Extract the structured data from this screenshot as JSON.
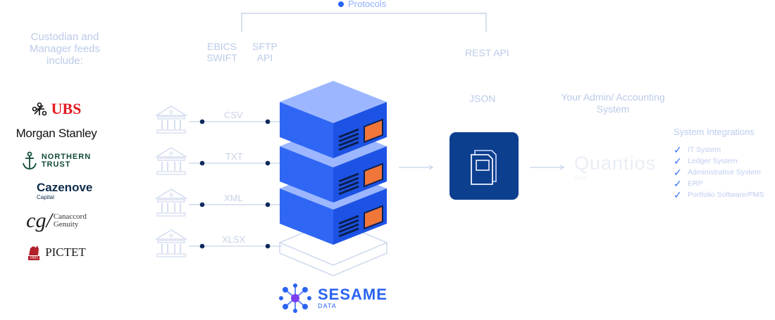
{
  "legend": {
    "protocols": "Protocols"
  },
  "feeds_title": "Custodian and Manager feeds include:",
  "logos": {
    "ubs": "UBS",
    "morgan_stanley": "Morgan Stanley",
    "northern_trust": [
      "NORTHERN",
      "TRUST"
    ],
    "cazenove": "Cazenove",
    "cazenove_sub": "Capital",
    "canaccord": [
      "Canaccord",
      "Genuity"
    ],
    "canaccord_mark": "cg/",
    "pictet": "PICTET",
    "pictet_year": "1805"
  },
  "protocols": {
    "left_col1": [
      "EBICS",
      "SWIFT"
    ],
    "left_col2": [
      "SFTP",
      "API"
    ],
    "right": "REST API"
  },
  "file_types": [
    "CSV",
    "TXT",
    "XML",
    "XLSX"
  ],
  "format_label": "JSON",
  "target_system": "Your Admin/ Accounting System",
  "quantios": {
    "name": "Quantios",
    "sub": "Core"
  },
  "integrations": {
    "title": "System Integrations",
    "items": [
      "IT System",
      "Ledger System",
      "Administrative System",
      "ERP",
      "Portfolio Software/PMS"
    ]
  },
  "brand": {
    "name": "SESAME",
    "sub": "DATA"
  },
  "colors": {
    "accent": "#2a63f2",
    "server_top": "#9ab6ff",
    "server_front": "#2f66f4",
    "server_side": "#1f55e6",
    "drive": "#f0763a",
    "app_tile": "#0d3f8f",
    "faded_text": "#bccbe9"
  }
}
